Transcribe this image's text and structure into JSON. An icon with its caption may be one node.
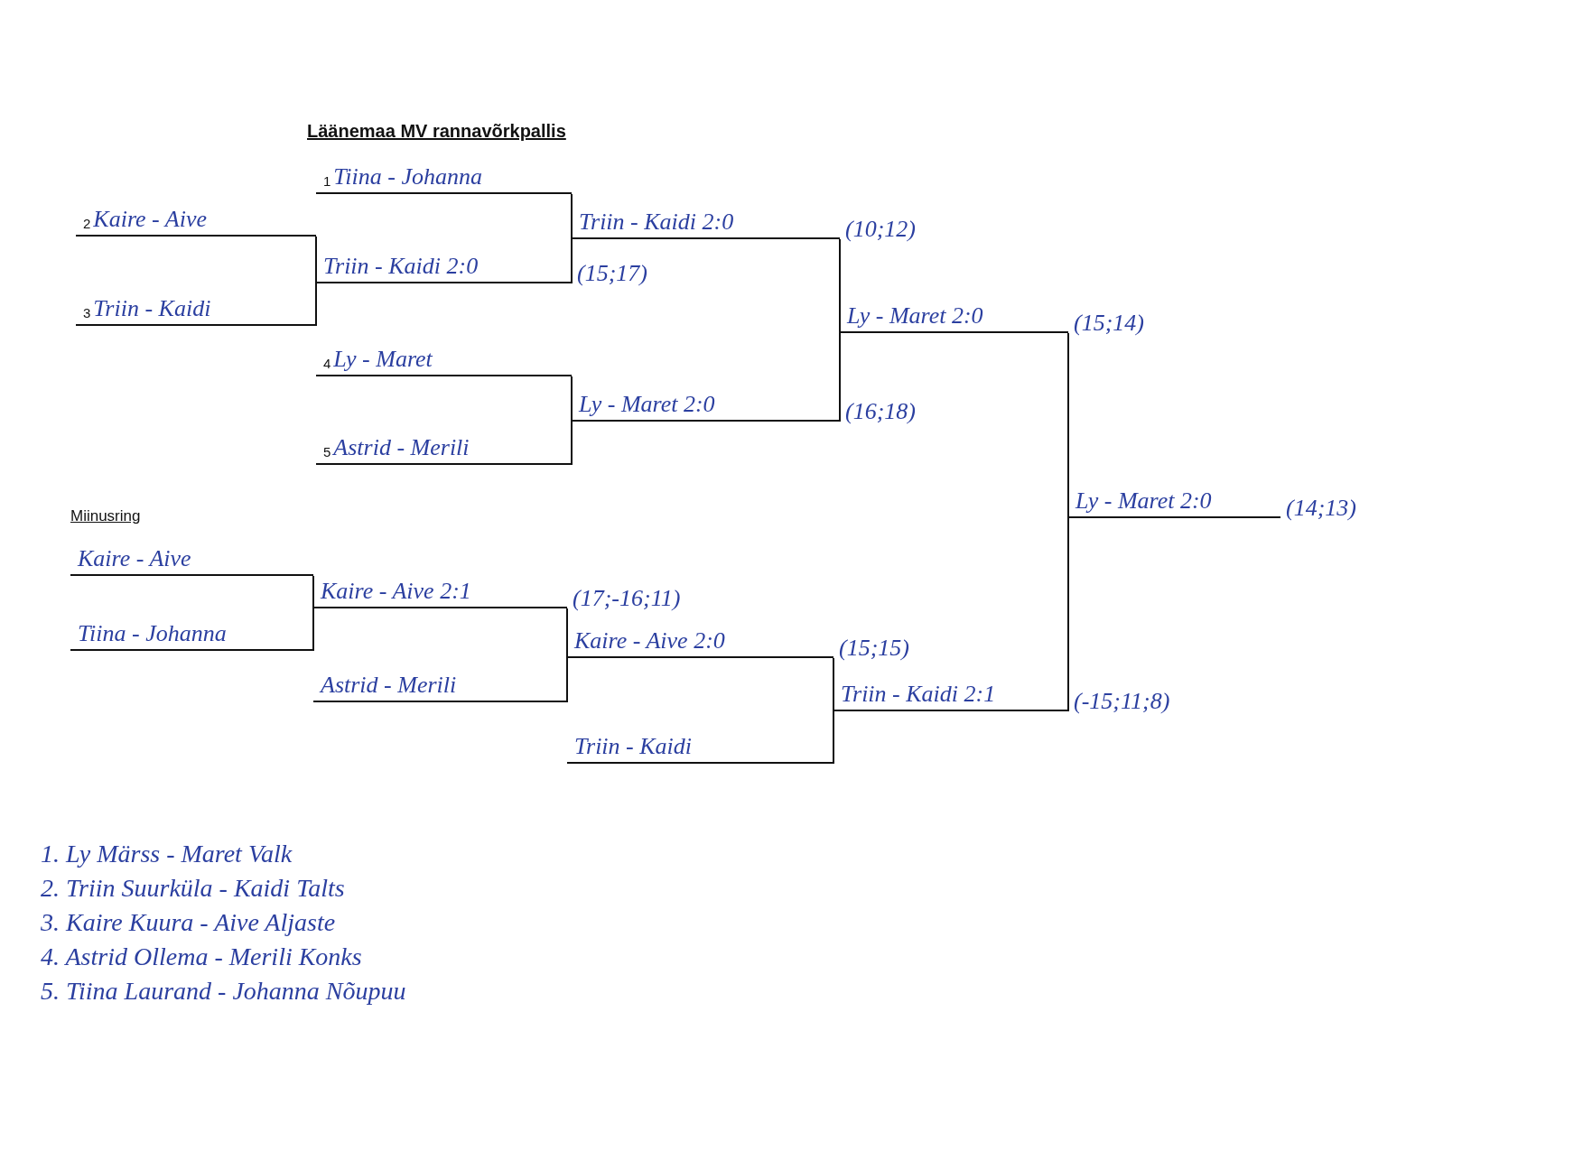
{
  "diagram": {
    "title": "Läänemaa MV rannavõrkpallis",
    "nodes": [
      {
        "text": [
          "1",
          "Tiina - Johanna"
        ]
      },
      {
        "text": [
          "2",
          "Kaire - Aive"
        ]
      },
      {
        "text": [
          "Triin - Kaidi 2:0"
        ],
        "beside": [
          "(10;12)"
        ]
      },
      {
        "text": [
          "Triin - Kaidi 2:0"
        ],
        "beside": [
          "(15;17)"
        ]
      },
      {
        "text": [
          "3",
          "Triin - Kaidi"
        ]
      },
      {
        "text": [
          "Ly - Maret 2:0"
        ],
        "beside": [
          "(15;14)"
        ]
      },
      {
        "text": [
          "4",
          "Ly - Maret"
        ]
      },
      {
        "text": [
          "Ly - Maret 2:0"
        ],
        "beside": [
          "(16;18)"
        ]
      },
      {
        "text": [
          "5",
          "Astrid - Merili"
        ]
      },
      {
        "text": [
          "Ly - Maret 2:0"
        ],
        "beside": [
          "(14;13)"
        ]
      },
      {
        "text": [
          "Kaire - Aive"
        ]
      },
      {
        "text": [
          "Kaire - Aive 2:1"
        ],
        "beside": [
          "(17;-16;11)"
        ]
      },
      {
        "text": [
          "Tiina - Johanna"
        ]
      },
      {
        "text": [
          "Kaire - Aive 2:0"
        ],
        "beside": [
          "(15;15)"
        ]
      },
      {
        "text": [
          "Astrid - Merili"
        ]
      },
      {
        "text": [
          "Triin - Kaidi 2:1"
        ],
        "beside": [
          "(-15;11;8)"
        ]
      },
      {
        "text": [
          "Triin - Kaidi"
        ]
      }
    ],
    "edges": [
      {
        "from": 1,
        "to": 3,
        "arrow": "none"
      },
      {
        "from": 4,
        "to": 3,
        "arrow": "none"
      },
      {
        "from": 0,
        "to": 2,
        "arrow": "none"
      },
      {
        "from": 3,
        "to": 2,
        "arrow": "none"
      },
      {
        "from": 6,
        "to": 7,
        "arrow": "none"
      },
      {
        "from": 8,
        "to": 7,
        "arrow": "none"
      },
      {
        "from": 2,
        "to": 5,
        "arrow": "none"
      },
      {
        "from": 7,
        "to": 5,
        "arrow": "none"
      },
      {
        "from": 5,
        "to": 9,
        "arrow": "none"
      },
      {
        "from": 15,
        "to": 9,
        "arrow": "none"
      },
      {
        "from": 10,
        "to": 11,
        "arrow": "none"
      },
      {
        "from": 12,
        "to": 11,
        "arrow": "none"
      },
      {
        "from": 11,
        "to": 13,
        "arrow": "none"
      },
      {
        "from": 14,
        "to": 13,
        "arrow": "none"
      },
      {
        "from": 13,
        "to": 15,
        "arrow": "none"
      },
      {
        "from": 16,
        "to": 15,
        "arrow": "none"
      }
    ],
    "labels": [
      "Miinusring",
      "1. Ly Märss - Maret Valk",
      "2. Triin Suurküla - Kaidi Talts",
      "3. Kaire Kuura - Aive Aljaste",
      "4. Astrid Ollema - Merili Konks",
      "5. Tiina Laurand - Johanna Nõupuu"
    ]
  }
}
